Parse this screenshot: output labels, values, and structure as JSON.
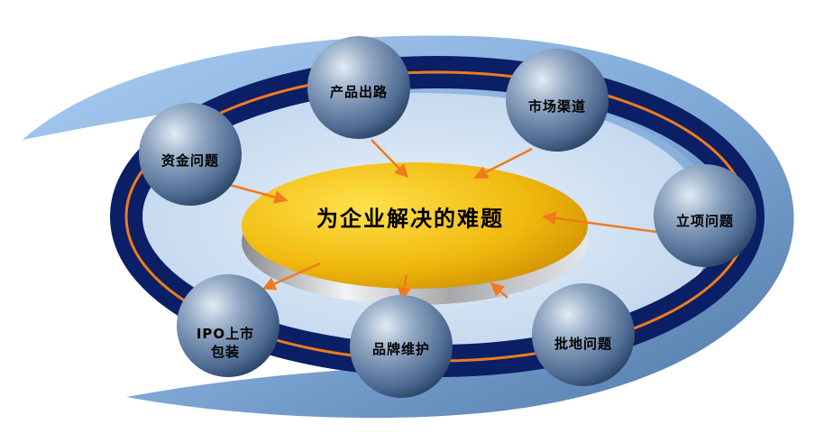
{
  "center": {
    "title": "为企业解决的难题"
  },
  "nodes": [
    {
      "id": "product-route",
      "label": "产品出路"
    },
    {
      "id": "market-channel",
      "label": "市场渠道"
    },
    {
      "id": "capital-issue",
      "label": "资金问题"
    },
    {
      "id": "project-approval",
      "label": "立项问题"
    },
    {
      "id": "ipo-packaging",
      "label": "IPO上市\n包装"
    },
    {
      "id": "brand-maintenance",
      "label": "品牌维护"
    },
    {
      "id": "land-approval",
      "label": "批地问题"
    }
  ],
  "colors": {
    "swirl": "#8bb4e0",
    "ring": "#0a1f66",
    "ring_line": "#f07a1e",
    "disc_top": "#f3c418",
    "disc_edge": "#b9babd",
    "sphere": "#5d7aa3",
    "arrow": "#f07a1e"
  }
}
